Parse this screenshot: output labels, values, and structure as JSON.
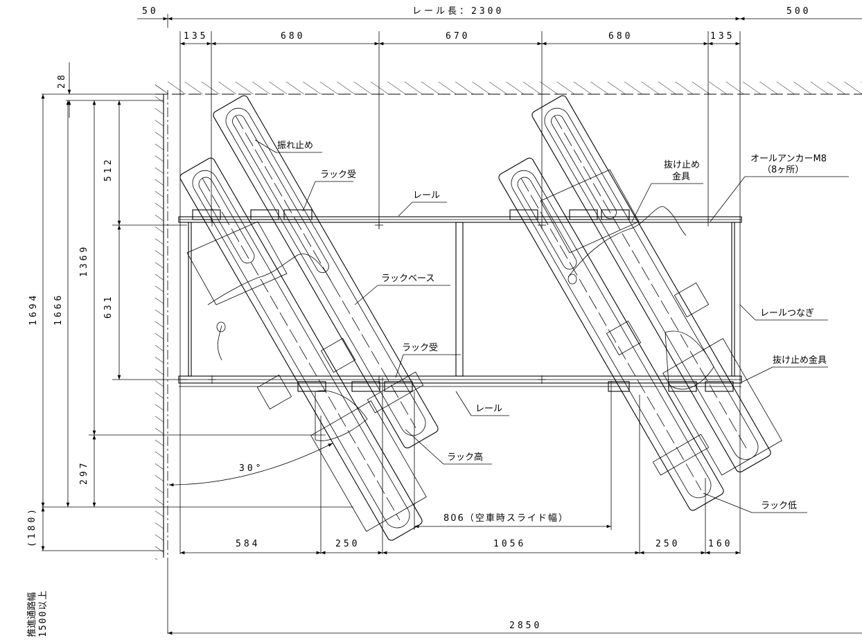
{
  "top_dims": {
    "d_50": "50",
    "rail_length": "レール長：2300",
    "d_500": "500",
    "d_135_left": "135",
    "d_680_a": "680",
    "d_670": "670",
    "d_680_b": "680",
    "d_135_right": "135"
  },
  "left_dims": {
    "d_28": "28",
    "d_512": "512",
    "d_1369": "1369",
    "d_631": "631",
    "d_1694": "1694",
    "d_1666": "1666",
    "d_297": "297",
    "d_180": "(180)",
    "passage_1": "推進通路幅",
    "passage_2": "1500以上"
  },
  "bottom_dims": {
    "slide_width": "806（空車時スライド幅）",
    "d_584": "584",
    "d_250_a": "250",
    "d_1056": "1056",
    "d_250_b": "250",
    "d_160": "160",
    "d_2850": "2850"
  },
  "angle": "30°",
  "labels": {
    "sway_stop": "振れ止め",
    "rack_holder_top": "ラック受",
    "rail_top": "レール",
    "rack_base": "ラックベース",
    "rack_holder_bottom": "ラック受",
    "rail_bottom": "レール",
    "rack_high": "ラック高",
    "retainer_top_1": "抜け止め",
    "retainer_top_2": "金具",
    "anchor_1": "オールアンカーM8",
    "anchor_2": "（8ヶ所）",
    "rail_joint": "レールつなぎ",
    "retainer_bottom": "抜け止め金具",
    "rack_low": "ラック低"
  }
}
